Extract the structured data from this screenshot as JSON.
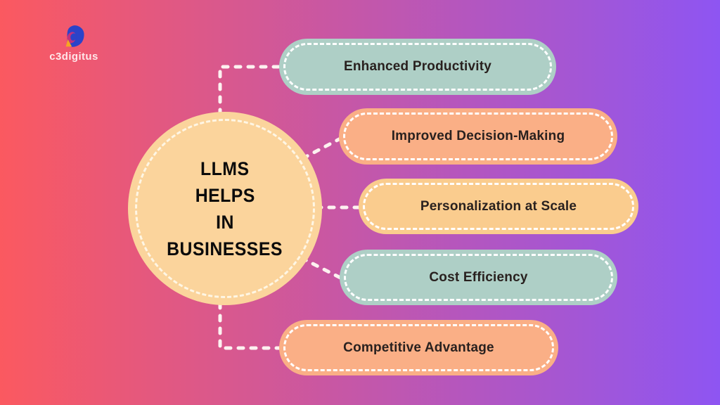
{
  "logo": {
    "text": "c3digitus"
  },
  "center": {
    "lines": [
      "LLMS",
      "HELPS",
      "IN",
      "BUSINESSES"
    ],
    "fill": "#FBD49C"
  },
  "items": [
    {
      "label": "Enhanced Productivity",
      "color": "#AECFC6"
    },
    {
      "label": "Improved Decision-Making",
      "color": "#FAAF86"
    },
    {
      "label": "Personalization at Scale",
      "color": "#FACC8E"
    },
    {
      "label": "Cost Efficiency",
      "color": "#AECFC6"
    },
    {
      "label": "Competitive Advantage",
      "color": "#FAAF86"
    }
  ],
  "palette": {
    "background_left": "#FB5960",
    "background_middle": "#C457A9",
    "background_right": "#8E55F2",
    "dash_color": "#FFFFFF",
    "center_text_color": "#0B0B0B"
  }
}
